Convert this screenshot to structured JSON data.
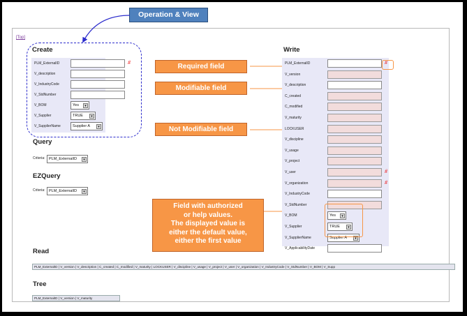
{
  "banner": {
    "label": "Operation & View"
  },
  "top_link": "[Top]",
  "sections": {
    "create": "Create",
    "write": "Write",
    "query": "Query",
    "ezquery": "EZQuery",
    "read": "Read",
    "tree": "Tree"
  },
  "create_form": {
    "fields": [
      {
        "label": "PLM_ExternalID",
        "required": true
      },
      {
        "label": "V_description"
      },
      {
        "label": "V_IndustryCode"
      },
      {
        "label": "V_StdNumber"
      }
    ],
    "selects": [
      {
        "label": "V_BOM",
        "value": "Yes"
      },
      {
        "label": "V_Supplier",
        "value": "TRUE"
      },
      {
        "label": "V_SupplierName",
        "value": "Supplier A"
      }
    ],
    "required_marker": "#"
  },
  "write_form": {
    "fields": [
      {
        "label": "PLM_ExternalID",
        "required": true
      },
      {
        "label": "V_version",
        "modifiable": false
      },
      {
        "label": "V_description"
      },
      {
        "label": "C_created",
        "modifiable": false
      },
      {
        "label": "C_modified",
        "modifiable": false
      },
      {
        "label": "V_maturity",
        "modifiable": false
      },
      {
        "label": "LOCKUSER",
        "modifiable": false
      },
      {
        "label": "V_discipline",
        "modifiable": false
      },
      {
        "label": "V_usage",
        "modifiable": false
      },
      {
        "label": "V_project",
        "modifiable": false
      },
      {
        "label": "V_user",
        "modifiable": false,
        "required": true
      },
      {
        "label": "V_organization",
        "modifiable": false,
        "required": true
      },
      {
        "label": "V_IndustryCode"
      },
      {
        "label": "V_StdNumber",
        "modifiable": false
      }
    ],
    "selects": [
      {
        "label": "V_BOM",
        "value": "Yes"
      },
      {
        "label": "V_Supplier",
        "value": "TRUE"
      },
      {
        "label": "V_SupplierName",
        "value": "Supplier A"
      }
    ],
    "last_field": {
      "label": "V_ApplicabilityDate"
    },
    "required_marker": "#"
  },
  "query": {
    "criteria_label": "Criteria:",
    "criteria_value": "PLM_ExternalID"
  },
  "ezquery": {
    "criteria_label": "Criteria:",
    "criteria_value": "PLM_ExternalID"
  },
  "read_bar": "PLM_ExternalID | V_version | V_description | C_created | C_modified | V_maturity | LOCKUSER | V_discipline | V_usage | V_project | V_user | V_organization | V_IndustryCode | V_StdNumber | V_BOM | V_Supp",
  "tree_bar": "PLM_ExternalID | V_version | V_maturity",
  "callouts": {
    "required": "Required field",
    "modifiable": "Modifiable field",
    "not_modifiable": "Not Modifiable field",
    "authorized_lines": [
      "Field with authorized",
      "or help values.",
      "The displayed  value is",
      "either the default value,",
      "either the first  value"
    ]
  },
  "colors": {
    "callout": "#f79646",
    "banner": "#4f81bd",
    "panel_bg": "#e8e8f7",
    "not_modifiable_field": "#f2dcdc",
    "required_marker": "#ee1111"
  }
}
